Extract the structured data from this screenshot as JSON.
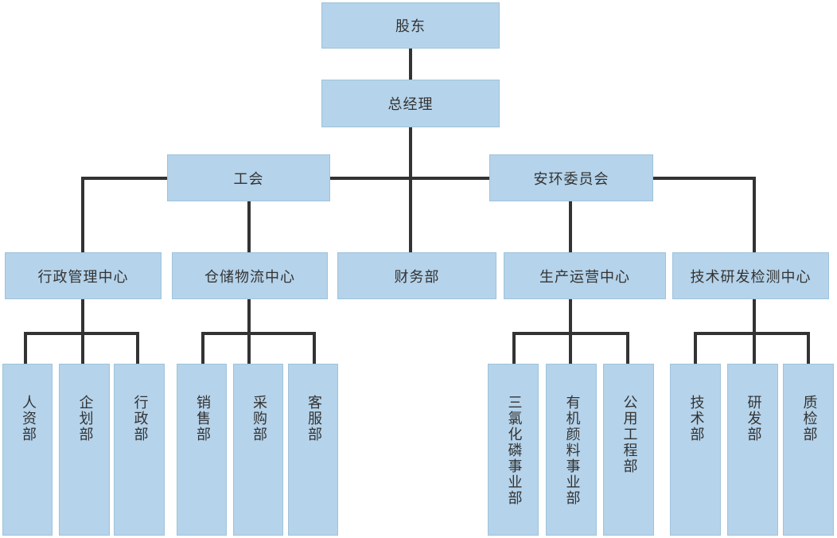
{
  "diagram": {
    "type": "org-chart",
    "nodes": [
      {
        "id": "shareholders",
        "label": "股东",
        "parent": null
      },
      {
        "id": "general-manager",
        "label": "总经理",
        "parent": "shareholders"
      },
      {
        "id": "labor-union",
        "label": "工会",
        "parent": "general-manager"
      },
      {
        "id": "safety-environment-committee",
        "label": "安环委员会",
        "parent": "general-manager"
      },
      {
        "id": "administrative-management-center",
        "label": "行政管理中心",
        "parent": "general-manager"
      },
      {
        "id": "warehouse-logistics-center",
        "label": "仓储物流中心",
        "parent": "labor-union"
      },
      {
        "id": "finance-department",
        "label": "财务部",
        "parent": "general-manager"
      },
      {
        "id": "production-operations-center",
        "label": "生产运营中心",
        "parent": "safety-environment-committee"
      },
      {
        "id": "technology-rd-testing-center",
        "label": "技术研发检测中心",
        "parent": "general-manager"
      },
      {
        "id": "hr-department",
        "label": "人资部",
        "parent": "administrative-management-center"
      },
      {
        "id": "planning-department",
        "label": "企划部",
        "parent": "administrative-management-center"
      },
      {
        "id": "administration-department",
        "label": "行政部",
        "parent": "administrative-management-center"
      },
      {
        "id": "sales-department",
        "label": "销售部",
        "parent": "warehouse-logistics-center"
      },
      {
        "id": "purchasing-department",
        "label": "采购部",
        "parent": "warehouse-logistics-center"
      },
      {
        "id": "customer-service-department",
        "label": "客服部",
        "parent": "warehouse-logistics-center"
      },
      {
        "id": "phosphorus-trichloride-division",
        "label": "三氯化磷事业部",
        "parent": "production-operations-center"
      },
      {
        "id": "organic-pigment-division",
        "label": "有机颜料事业部",
        "parent": "production-operations-center"
      },
      {
        "id": "public-engineering-department",
        "label": "公用工程部",
        "parent": "production-operations-center"
      },
      {
        "id": "technology-department",
        "label": "技术部",
        "parent": "technology-rd-testing-center"
      },
      {
        "id": "rd-department",
        "label": "研发部",
        "parent": "technology-rd-testing-center"
      },
      {
        "id": "quality-inspection-department",
        "label": "质检部",
        "parent": "technology-rd-testing-center"
      }
    ],
    "colors": {
      "node_fill": "#b5d3ea",
      "node_border": "#9fc3db",
      "connector": "#333333",
      "text": "#333333",
      "background": "#ffffff"
    }
  }
}
